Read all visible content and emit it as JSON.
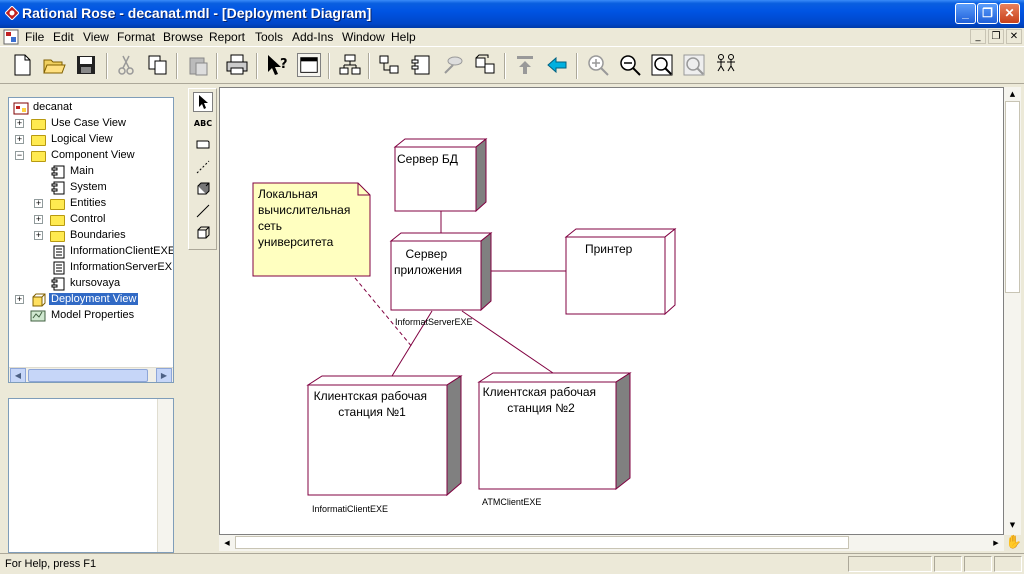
{
  "window": {
    "title": "Rational Rose - decanat.mdl - [Deployment Diagram]"
  },
  "menu": [
    "File",
    "Edit",
    "View",
    "Format",
    "Browse",
    "Report",
    "Tools",
    "Add-Ins",
    "Window",
    "Help"
  ],
  "tree": {
    "root": "decanat",
    "items": [
      {
        "label": "Use Case View",
        "type": "folder",
        "expander": "+"
      },
      {
        "label": "Logical View",
        "type": "folder",
        "expander": "+"
      },
      {
        "label": "Component View",
        "type": "folder",
        "expander": "−"
      },
      {
        "label": "Main",
        "type": "component"
      },
      {
        "label": "System",
        "type": "component"
      },
      {
        "label": "Entities",
        "type": "folder",
        "expander": "+"
      },
      {
        "label": "Control",
        "type": "folder",
        "expander": "+"
      },
      {
        "label": "Boundaries",
        "type": "folder",
        "expander": "+"
      },
      {
        "label": "InformationClientEXE",
        "type": "component"
      },
      {
        "label": "InformationServerEXE",
        "type": "component"
      },
      {
        "label": "kursovaya",
        "type": "component"
      },
      {
        "label": "Deployment View",
        "type": "deploy",
        "expander": "+",
        "selected": true
      },
      {
        "label": "Model Properties",
        "type": "props"
      }
    ]
  },
  "toolbox": {
    "text_tool": "ABC"
  },
  "diagram": {
    "note": [
      "Локальная",
      "вычислительная",
      "сеть",
      "университета"
    ],
    "nodes": {
      "db": [
        "Сервер БД"
      ],
      "app": [
        "Сервер",
        "приложения"
      ],
      "printer": [
        "Принтер"
      ],
      "client1": [
        "Клиентская рабочая",
        "станция №1"
      ],
      "client2": [
        "Клиентская рабочая",
        "станция №2"
      ]
    },
    "labels": {
      "app": "InformatServerEXE",
      "client1": "InformatiClientEXE",
      "client2": "ATMClientEXE"
    },
    "colors": {
      "node_border": "#800040",
      "node_shadow": "#808080",
      "note_fill": "#ffffc0"
    }
  },
  "status": {
    "message": "For Help, press F1"
  }
}
